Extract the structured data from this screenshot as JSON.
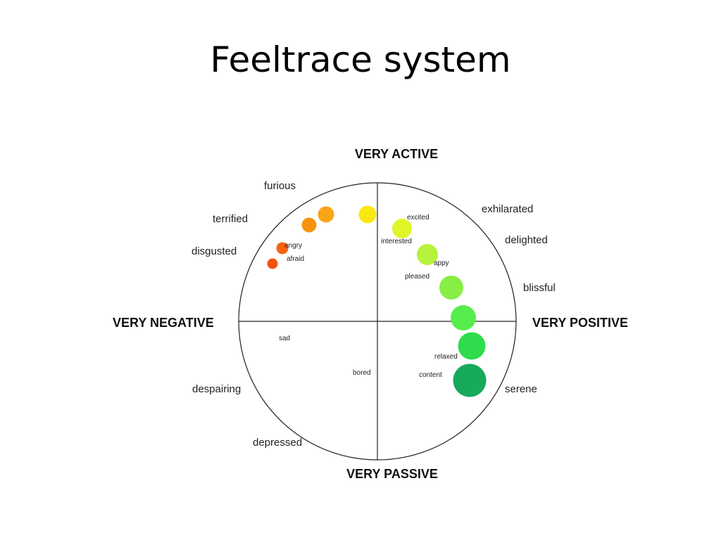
{
  "title": "Feeltrace system",
  "axes": {
    "top": "VERY ACTIVE",
    "bottom": "VERY PASSIVE",
    "left": "VERY NEGATIVE",
    "right": "VERY POSITIVE"
  },
  "outer_labels": {
    "furious": "furious",
    "terrified": "terrified",
    "disgusted": "disgusted",
    "despairing": "despairing",
    "depressed": "depressed",
    "exhilarated": "exhilarated",
    "delighted": "delighted",
    "blissful": "blissful",
    "serene": "serene"
  },
  "inner_labels": {
    "excited": "excited",
    "interested": "interested",
    "angry": "angry",
    "afraid": "afraid",
    "happy": "appy",
    "pleased": "pleased",
    "sad": "sad",
    "bored": "bored",
    "relaxed": "relaxed",
    "content": "content"
  },
  "trace_colors": {
    "red_orange": "#f4520f",
    "orange_red": "#f66512",
    "orange": "#f7930f",
    "orange_yellow": "#f9a515",
    "yellow": "#fbe712",
    "yellow_green": "#dff52a",
    "light_green": "#b7f23c",
    "green": "#86ee45",
    "mid_green": "#55ed4c",
    "bright_green": "#2fdc4c",
    "dark_green": "#17a95c"
  }
}
